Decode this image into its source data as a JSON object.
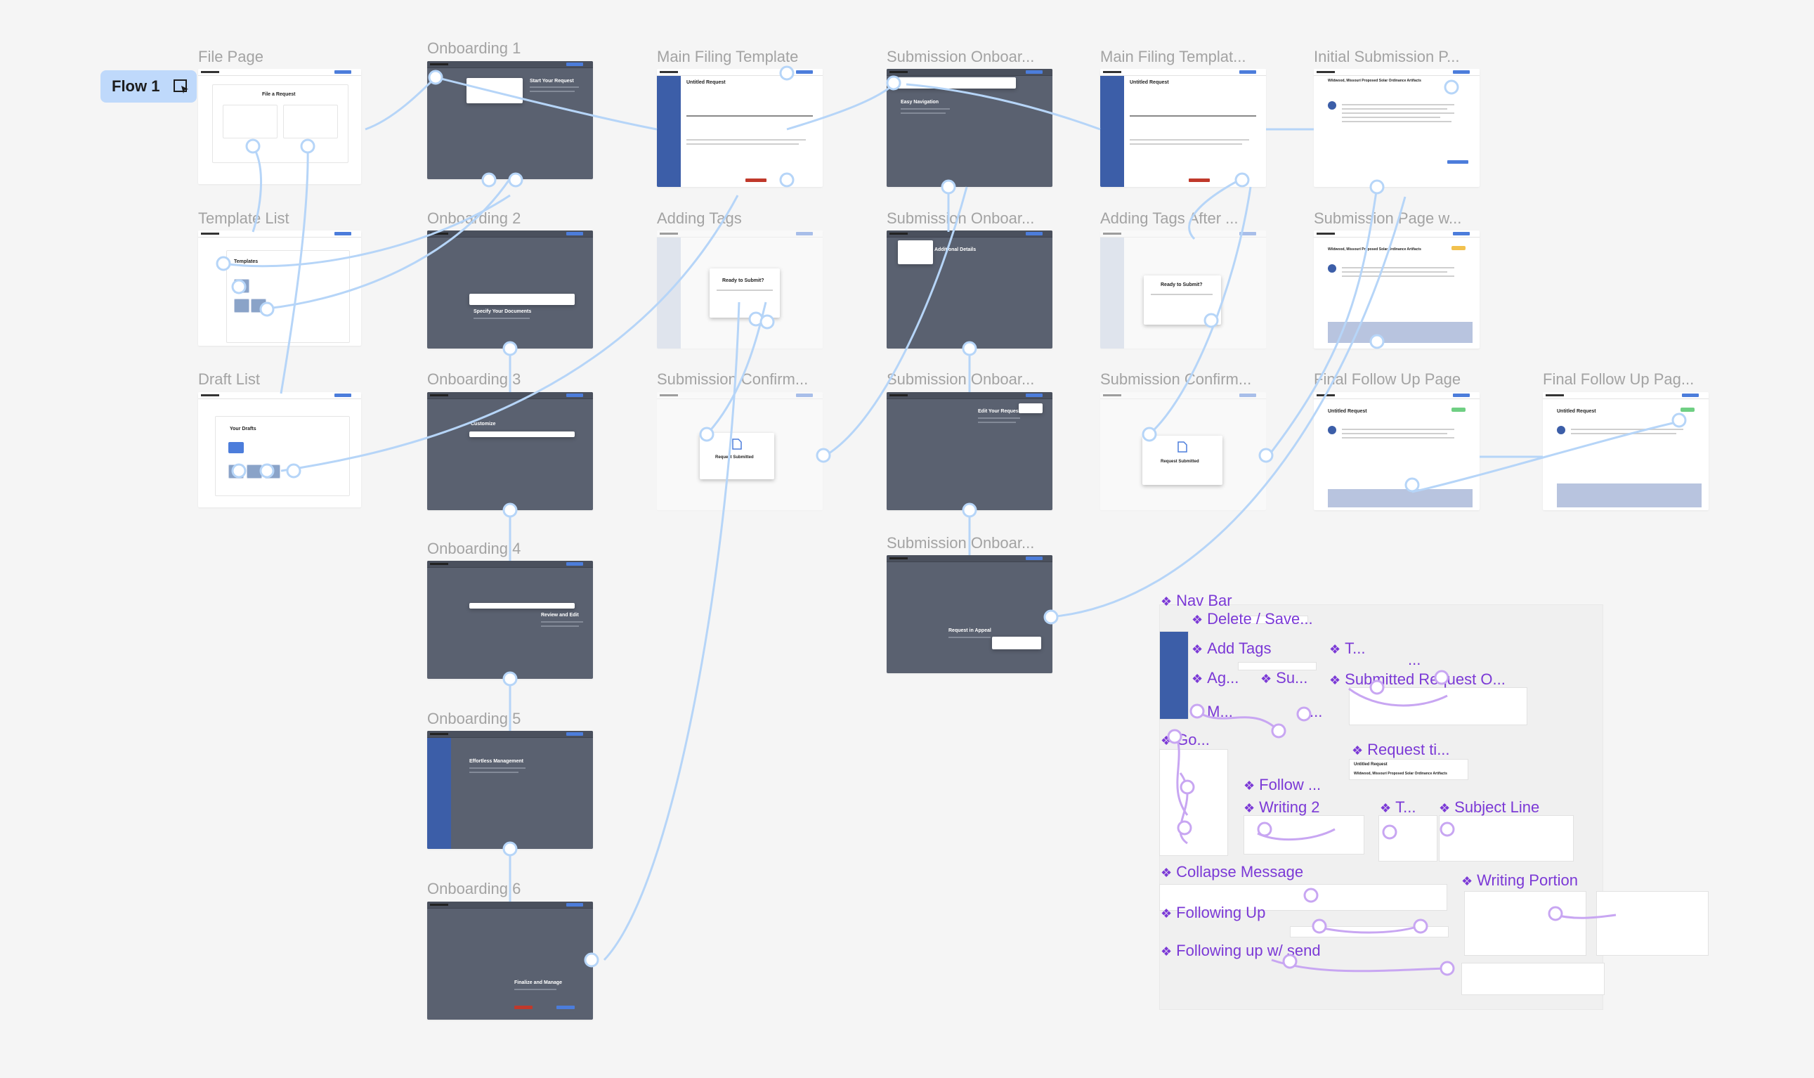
{
  "flow": {
    "label": "Flow 1",
    "icon": "play-frame-icon"
  },
  "frames": {
    "file_page": {
      "label": "File Page",
      "title": "File a Request"
    },
    "template_list": {
      "label": "Template List",
      "title": "Templates"
    },
    "draft_list": {
      "label": "Draft List",
      "title": "Your Drafts"
    },
    "onboarding_1": {
      "label": "Onboarding 1",
      "title": "Start Your Request"
    },
    "onboarding_2": {
      "label": "Onboarding 2",
      "title": "Specify Your Documents"
    },
    "onboarding_3": {
      "label": "Onboarding 3",
      "title": "Customize"
    },
    "onboarding_4": {
      "label": "Onboarding 4",
      "title": "Review and Edit"
    },
    "onboarding_5": {
      "label": "Onboarding 5",
      "title": "Effortless Management"
    },
    "onboarding_6": {
      "label": "Onboarding 6",
      "title": "Finalize and Manage"
    },
    "main_filing_template": {
      "label": "Main Filing Template",
      "title": "Untitled Request"
    },
    "adding_tags": {
      "label": "Adding Tags",
      "title": "Ready to Submit?"
    },
    "submission_confirm_1": {
      "label": "Submission Confirm...",
      "title": "Request Submitted"
    },
    "submission_onboar_1": {
      "label": "Submission Onboar...",
      "title": "Easy Navigation"
    },
    "submission_onboar_2": {
      "label": "Submission Onboar...",
      "title": "Additional Details"
    },
    "submission_onboar_3": {
      "label": "Submission Onboar...",
      "title": "Edit Your Request"
    },
    "submission_onboar_4": {
      "label": "Submission Onboar...",
      "title": "Request in Appeal"
    },
    "main_filing_templat_2": {
      "label": "Main Filing Templat...",
      "title": "Untitled Request"
    },
    "adding_tags_after": {
      "label": "Adding Tags After ...",
      "title": "Ready to Submit?"
    },
    "submission_confirm_2": {
      "label": "Submission Confirm...",
      "title": "Request Submitted"
    },
    "initial_submission": {
      "label": "Initial Submission P...",
      "title": "Wildwood, Missouri Proposed Solar Ordinance Artifacts"
    },
    "submission_page_w": {
      "label": "Submission Page w...",
      "title": "Wildwood, Missouri Proposed Solar Ordinance Artifacts"
    },
    "final_follow_up": {
      "label": "Final Follow Up Page",
      "title": "Untitled Request"
    },
    "final_follow_up_2": {
      "label": "Final Follow Up Pag...",
      "title": "Untitled Request"
    }
  },
  "components": {
    "nav_bar": "Nav Bar",
    "delete_save": "Delete / Save...",
    "add_tags": "Add Tags",
    "t_1": "T...",
    "dots_1": "...",
    "ag": "Ag...",
    "su": "Su...",
    "submitted_request": "Submitted Request O...",
    "m": "M...",
    "dots_2": "...",
    "go": "Go...",
    "request_ti": "Request ti...",
    "request_ti_sample_1": "Untitled Request",
    "request_ti_sample_2": "Wildwood, Missouri Proposed Solar Ordinance Artifacts",
    "follow": "Follow ...",
    "writing_2": "Writing 2",
    "t_2": "T...",
    "subject_line": "Subject Line",
    "collapse_message": "Collapse Message",
    "writing_portion": "Writing Portion",
    "following_up": "Following Up",
    "following_up_send": "Following up w/ send"
  },
  "colors": {
    "canvas_bg": "#f5f5f5",
    "frame_label": "#a3a3a3",
    "connector": "#b6d5f8",
    "component_purple": "#7b39d6",
    "flow_badge_bg": "#bfd9fb",
    "brand_blue": "#3c5ea8",
    "dark_overlay": "#5a6170"
  }
}
